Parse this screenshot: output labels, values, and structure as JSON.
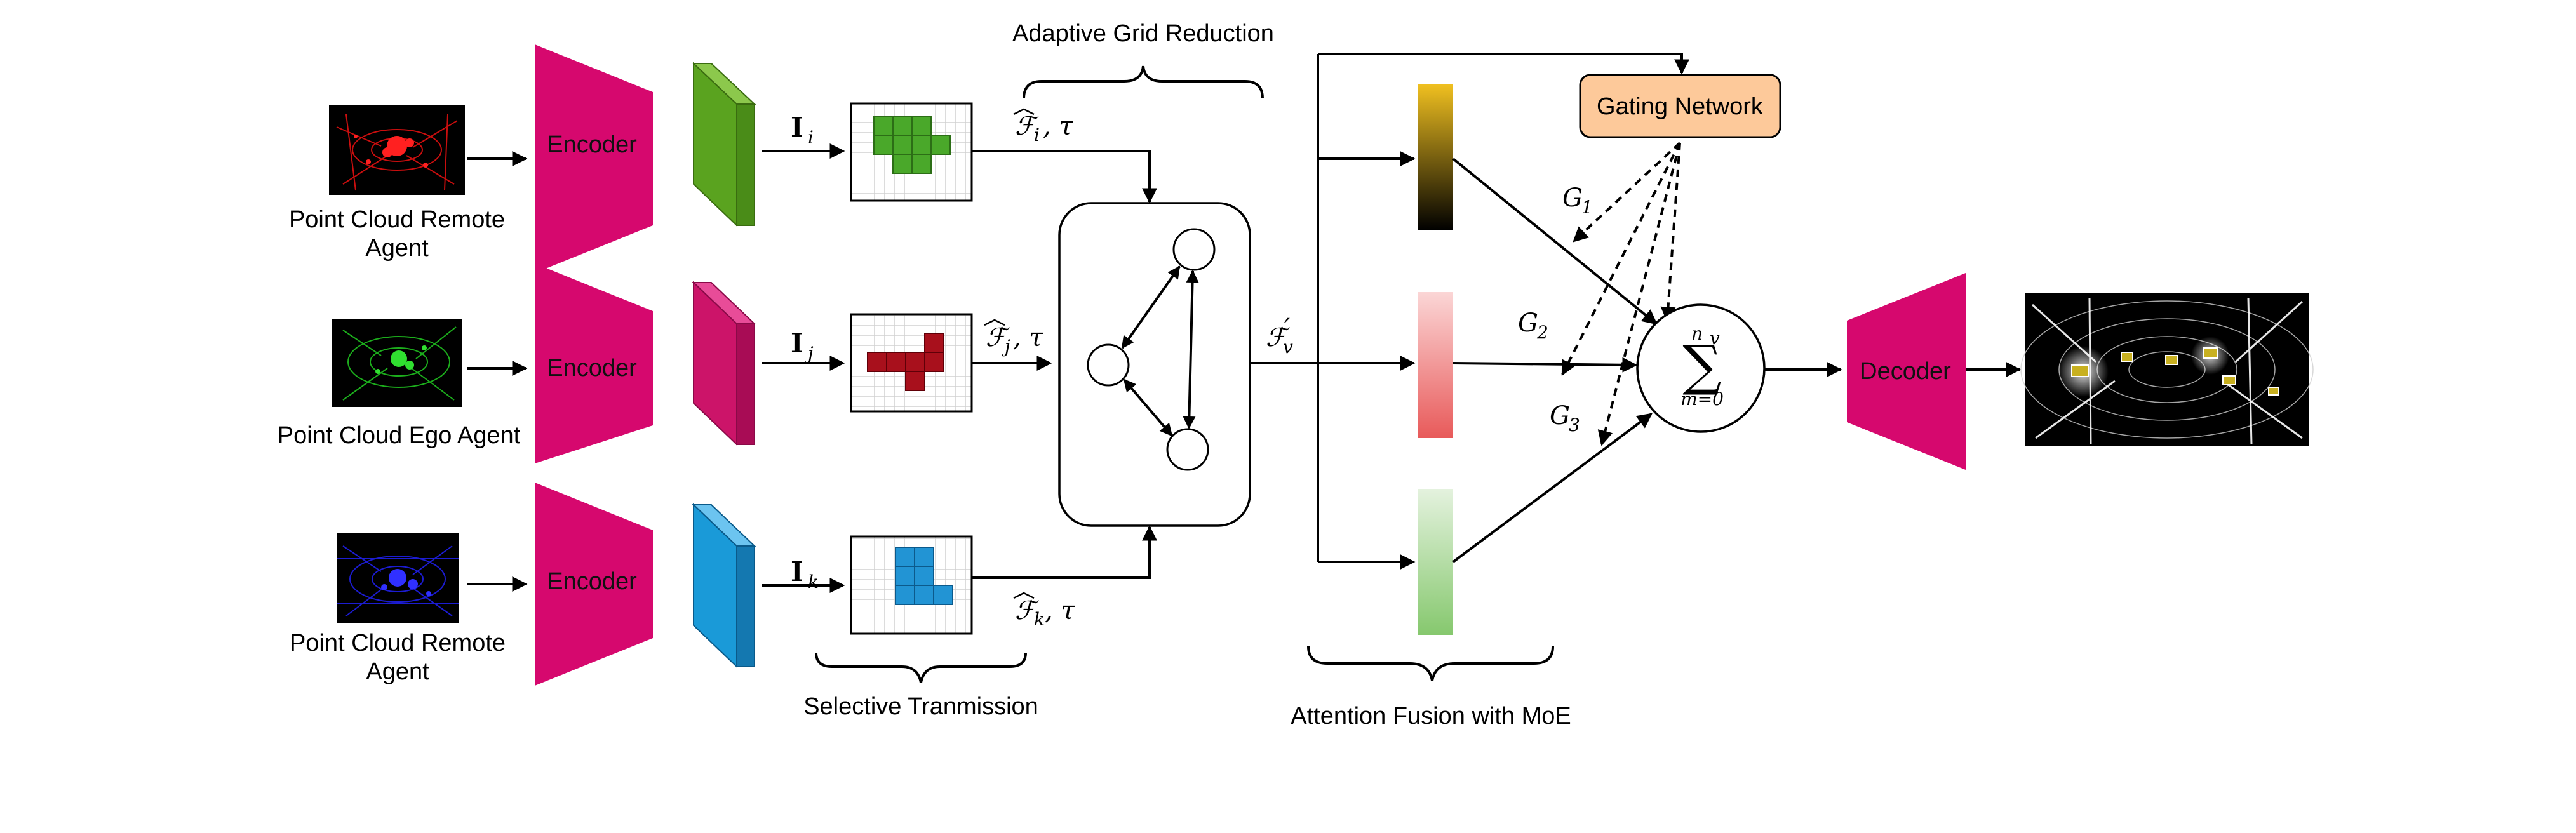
{
  "labels": {
    "encoder": "Encoder",
    "decoder": "Decoder",
    "gating_network": "Gating Network",
    "adaptive_grid_reduction": "Adaptive Grid Reduction",
    "selective_transmission": "Selective Tranmission",
    "attention_fusion": "Attention Fusion with MoE",
    "agent_remote_top_line1": "Point Cloud Remote",
    "agent_remote_top_line2": "Agent",
    "agent_ego": "Point Cloud Ego Agent",
    "agent_remote_bottom_line1": "Point Cloud Remote",
    "agent_remote_bottom_line2": "Agent"
  },
  "math": {
    "I": "I",
    "i": "i",
    "j": "j",
    "k": "k",
    "F": "ℱ",
    "tau": ", τ",
    "Fv": "ℱ",
    "v": "v",
    "prime": "′",
    "G": "G",
    "g1": "1",
    "g2": "2",
    "g3": "3",
    "sum": "∑",
    "sum_top": "n",
    "sum_top_sub": "v",
    "sum_bottom": "m=0"
  },
  "colors": {
    "encoder": "#d6086e",
    "gating": "#fdc99a",
    "agent_i": "#5aa31f",
    "agent_j": "#cc1469",
    "agent_k": "#1a9ad8",
    "grid_i": "#4aa82a",
    "grid_j": "#a8101c",
    "grid_k": "#2294d4"
  }
}
